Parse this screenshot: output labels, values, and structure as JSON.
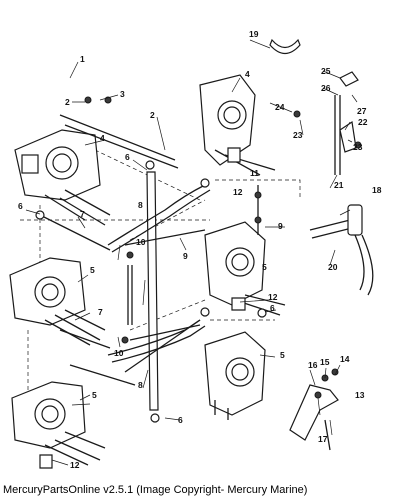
{
  "footer": {
    "copyright_text": "MercuryPartsOnline v2.5.1 (Image Copyright- Mercury Marine)"
  },
  "callouts": {
    "c1": "1",
    "c2a": "2",
    "c2b": "2",
    "c3": "3",
    "c4a": "4",
    "c4b": "4",
    "c5a": "5",
    "c5b": "5",
    "c5c": "5",
    "c5d": "5",
    "c6a": "6",
    "c6b": "6",
    "c6c": "6",
    "c6d": "6",
    "c7a": "7",
    "c7b": "7",
    "c8a": "8",
    "c8b": "8",
    "c9a": "9",
    "c9b": "9",
    "c10a": "10",
    "c10b": "10",
    "c11": "11",
    "c12a": "12",
    "c12b": "12",
    "c12c": "12",
    "c13": "13",
    "c14": "14",
    "c15": "15",
    "c16": "16",
    "c17": "17",
    "c18": "18",
    "c19": "19",
    "c20": "20",
    "c21": "21",
    "c22": "22",
    "c23a": "23",
    "c23b": "23",
    "c24": "24",
    "c25": "25",
    "c26": "26",
    "c27": "27"
  }
}
